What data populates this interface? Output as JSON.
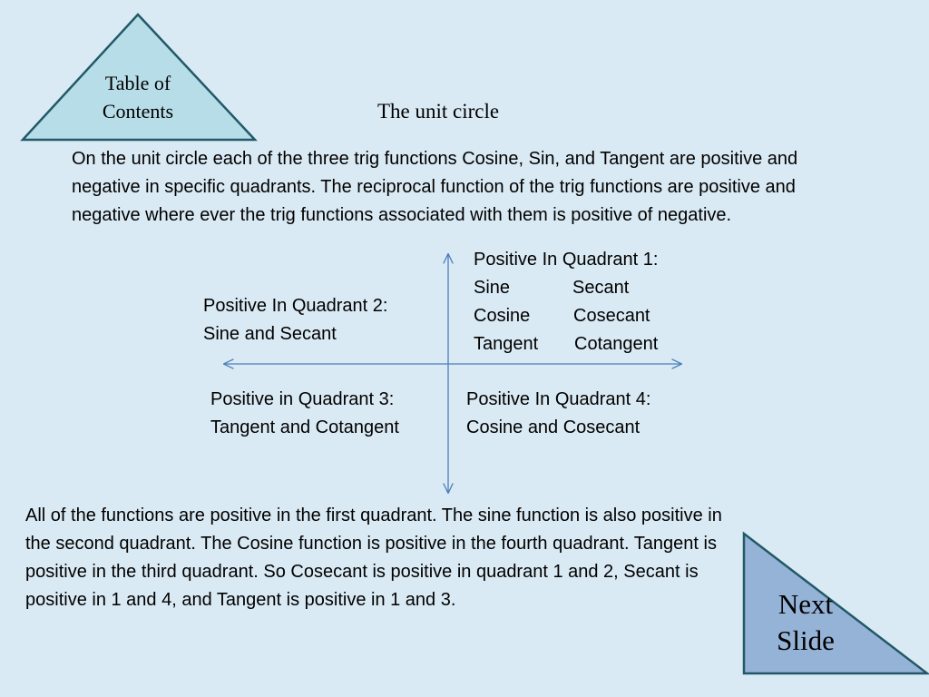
{
  "toc_button": {
    "label": "Table of Contents"
  },
  "next_button": {
    "label_line1": "Next",
    "label_line2": "Slide"
  },
  "title": "The unit circle",
  "intro": "On the unit circle each of the three trig functions Cosine, Sin, and Tangent are positive and negative in specific quadrants. The reciprocal function of the trig functions are positive and negative where ever the trig functions associated with them is positive of negative.",
  "quadrants": {
    "q1": {
      "heading": "Positive In Quadrant 1:",
      "rows": [
        {
          "left": "Sine",
          "right": "Secant"
        },
        {
          "left": "Cosine",
          "right": "Cosecant"
        },
        {
          "left": "Tangent",
          "right": "Cotangent"
        }
      ]
    },
    "q2": {
      "heading": "Positive In Quadrant 2:",
      "text": "Sine and Secant"
    },
    "q3": {
      "heading": "Positive in Quadrant 3:",
      "text": "Tangent and Cotangent"
    },
    "q4": {
      "heading": "Positive In Quadrant 4:",
      "text": "Cosine and Cosecant"
    }
  },
  "summary": "All of the functions are positive in the first quadrant. The sine function is also positive in the second quadrant. The Cosine function is positive in the fourth quadrant. Tangent is positive in the third quadrant. So Cosecant is positive in quadrant 1 and 2, Secant is positive in 1 and 4, and Tangent is positive in 1 and 3.",
  "colors": {
    "background": "#daeaf4",
    "toc_fill": "#b7dde8",
    "next_fill": "#95b3d7",
    "shape_stroke": "#215968",
    "axis_color": "#4a7ebb"
  }
}
